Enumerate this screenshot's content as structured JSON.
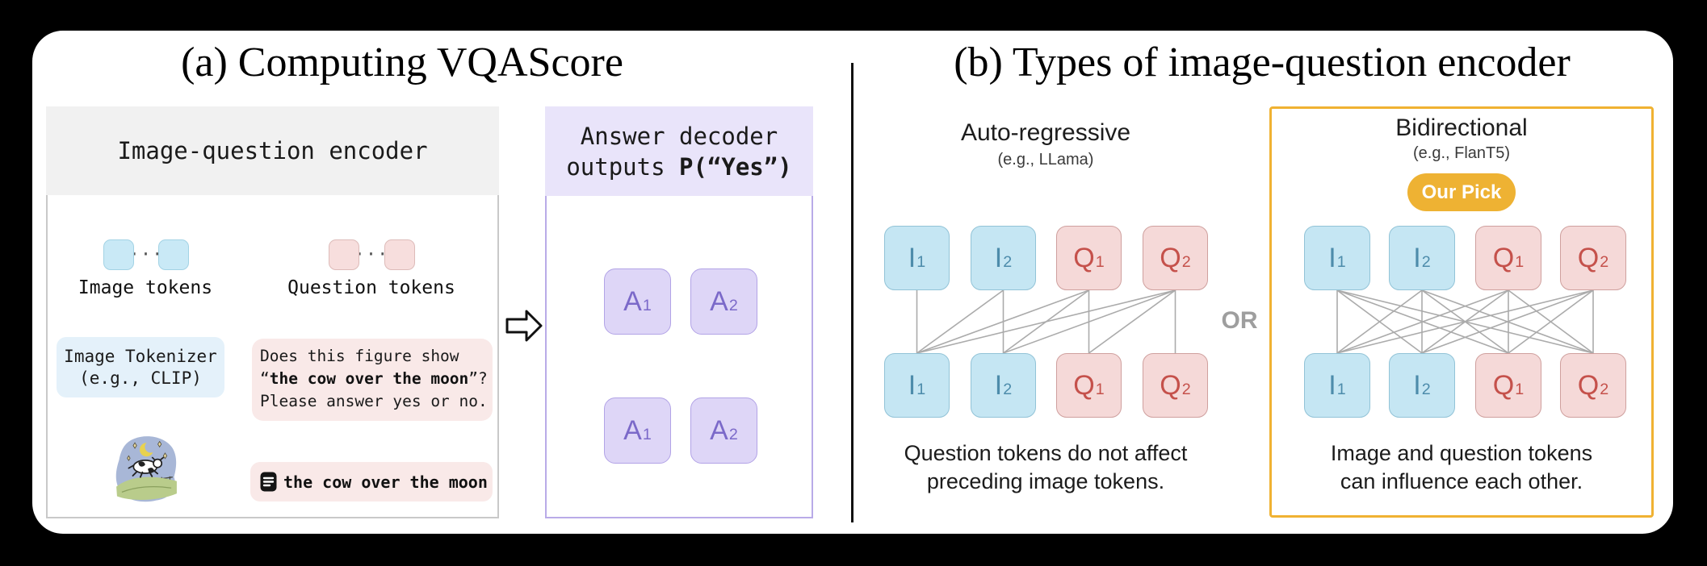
{
  "panel_a": {
    "title": "(a) Computing VQAScore",
    "encoder": {
      "header": "Image-question encoder",
      "image_tokens_label": "Image tokens",
      "question_tokens_label": "Question tokens",
      "ellipsis": "···",
      "tokenizer_line1": "Image Tokenizer",
      "tokenizer_line2": "(e.g., CLIP)",
      "question_line1": "Does this figure show",
      "question_quote_open": "“",
      "question_bold": "the cow over the moon",
      "question_quote_close": "”?",
      "question_line3": "Please answer yes or no.",
      "phrase_text": "the cow over the moon"
    },
    "decoder": {
      "header_line1": "Answer decoder",
      "header_line2_prefix": "outputs ",
      "header_line2_bold": "P(“Yes”)",
      "tokens": [
        {
          "base": "A",
          "sub": "1",
          "kind": "answer"
        },
        {
          "base": "A",
          "sub": "2",
          "kind": "answer"
        }
      ],
      "connections": [
        [
          0,
          0
        ],
        [
          0,
          1
        ],
        [
          1,
          1
        ]
      ]
    }
  },
  "panel_b": {
    "title": "(b) Types of image-question encoder",
    "or_label": "OR",
    "auto": {
      "name": "Auto-regressive",
      "example": "(e.g., LLama)",
      "caption_line1": "Question tokens do not affect",
      "caption_line2": "preceding image tokens.",
      "tokens": [
        {
          "base": "I",
          "sub": "1",
          "kind": "image"
        },
        {
          "base": "I",
          "sub": "2",
          "kind": "image"
        },
        {
          "base": "Q",
          "sub": "1",
          "kind": "question"
        },
        {
          "base": "Q",
          "sub": "2",
          "kind": "question"
        }
      ],
      "connections": [
        [
          0,
          0
        ],
        [
          0,
          1
        ],
        [
          0,
          2
        ],
        [
          0,
          3
        ],
        [
          1,
          1
        ],
        [
          1,
          2
        ],
        [
          1,
          3
        ],
        [
          2,
          2
        ],
        [
          2,
          3
        ],
        [
          3,
          3
        ]
      ]
    },
    "bi": {
      "name": "Bidirectional",
      "example": "(e.g., FlanT5)",
      "badge": "Our Pick",
      "caption_line1": "Image and question tokens",
      "caption_line2": "can influence each other.",
      "tokens": [
        {
          "base": "I",
          "sub": "1",
          "kind": "image"
        },
        {
          "base": "I",
          "sub": "2",
          "kind": "image"
        },
        {
          "base": "Q",
          "sub": "1",
          "kind": "question"
        },
        {
          "base": "Q",
          "sub": "2",
          "kind": "question"
        }
      ],
      "connections": [
        [
          0,
          0
        ],
        [
          0,
          1
        ],
        [
          0,
          2
        ],
        [
          0,
          3
        ],
        [
          1,
          0
        ],
        [
          1,
          1
        ],
        [
          1,
          2
        ],
        [
          1,
          3
        ],
        [
          2,
          0
        ],
        [
          2,
          1
        ],
        [
          2,
          2
        ],
        [
          2,
          3
        ],
        [
          3,
          0
        ],
        [
          3,
          1
        ],
        [
          3,
          2
        ],
        [
          3,
          3
        ]
      ]
    }
  },
  "icons": {
    "phrase_icon": "note-icon",
    "panel_link_icon": "hollow-right-arrow-icon",
    "cow_image": "cow-over-moon-illustration"
  },
  "colors": {
    "background": "#000000",
    "card": "#ffffff",
    "encoder_header_bg": "#f1f1f1",
    "encoder_border": "#c9c9c9",
    "decoder_border": "#b9abe8",
    "decoder_header_bg": "#e9e4fa",
    "image_token_fill": "#c5e6f3",
    "image_token_text": "#4d8cab",
    "question_token_fill": "#f5d9d8",
    "question_token_text": "#c5514b",
    "answer_token_fill": "#ded6f7",
    "answer_token_text": "#7b69c9",
    "tokenizer_box_bg": "#e4f1fa",
    "question_box_bg": "#f9e9e8",
    "accent_orange": "#f0b232",
    "badge_bg": "#eeb233",
    "badge_text": "#ffffff",
    "arrow_gray": "#8d8d8d",
    "line_gray": "#ababab",
    "or_gray": "#9e9e9e"
  }
}
